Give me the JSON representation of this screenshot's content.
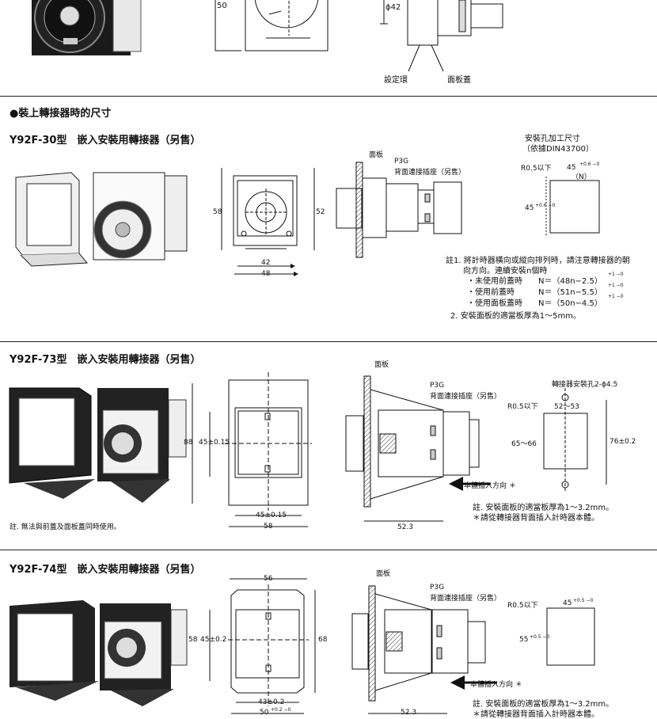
{
  "top": {
    "dim_50": "50",
    "dim_phi42": "ϕ42",
    "label_setting_ring": "設定環",
    "label_panel_cover": "面板蓋",
    "section_heading": "●裝上轉接器時的尺寸"
  },
  "y92f30": {
    "title": "Y92F-30型　嵌入安裝用轉接器（另售）",
    "hole_title": "安裝孔加工尺寸",
    "hole_subtitle": "（依據DIN43700）",
    "label_panel": "面板",
    "label_p3g": "P3G",
    "label_socket": "背面連接插座（另售）",
    "dim_58": "58",
    "dim_52": "52",
    "dim_42": "42",
    "dim_48": "48",
    "hole_r": "R0.5以下",
    "hole_w": "45",
    "hole_w_tol": "+0.6 −0",
    "hole_n": "（N）",
    "hole_h": "45",
    "hole_h_tol": "+0.6 −0",
    "notes": [
      "註1. 將計時器橫向或縱向排列時，請注意轉接器的朝",
      "向方向。連續安裝n個時",
      "・未使用前蓋時　　N＝（48n−2.5）",
      "・使用前蓋時　　　N＝（51n−5.5）",
      "・使用面板蓋時　　N＝（50n−4.5）",
      "2. 安裝面板的適當板厚為1～5mm。"
    ],
    "note_tols": [
      "+1 −0",
      "+1 −0",
      "+1 −0"
    ]
  },
  "y92f73": {
    "title": "Y92F-73型　嵌入安裝用轉接器（另售）",
    "label_panel": "面板",
    "label_p3g": "P3G",
    "label_socket": "背面連接插座（另售）",
    "hole_label": "轉接器安裝孔2-ϕ4.5",
    "dim_88": "88",
    "dim_45v": "45±0.15",
    "dim_45h": "45±0.15",
    "dim_58": "58",
    "dim_52_3": "52.3",
    "hole_r": "R0.5以下",
    "hole_52_53": "52～53",
    "hole_65_66": "65～66",
    "hole_76": "76±0.2",
    "insert_dir": "本體插入方向 ＊",
    "note_left": "註. 無法與前蓋及面板蓋同時使用。",
    "notes": [
      "註. 安裝面板的適當板厚為1～3.2mm。",
      "＊請從轉接器背面插入計時器本體。"
    ]
  },
  "y92f74": {
    "title": "Y92F-74型　嵌入安裝用轉接器（另售）",
    "label_panel": "面板",
    "label_p3g": "P3G",
    "label_socket": "背面連接插座（另售）",
    "dim_56": "56",
    "dim_58": "58",
    "dim_45": "45±0.2",
    "dim_68": "68",
    "dim_43": "43±0.2",
    "dim_50": "50",
    "dim_50_tol": "+0.2 −0",
    "dim_52_3": "52.3",
    "hole_r": "R0.5以下",
    "hole_w": "45",
    "hole_w_tol": "+0.5 −0",
    "hole_h": "55",
    "hole_h_tol": "+0.5 −0",
    "insert_dir": "本體插入方向 ＊",
    "notes": [
      "註. 安裝面板的適當板厚為1～3.2mm。",
      "＊請從轉接器背面插入計時器本體。"
    ]
  }
}
